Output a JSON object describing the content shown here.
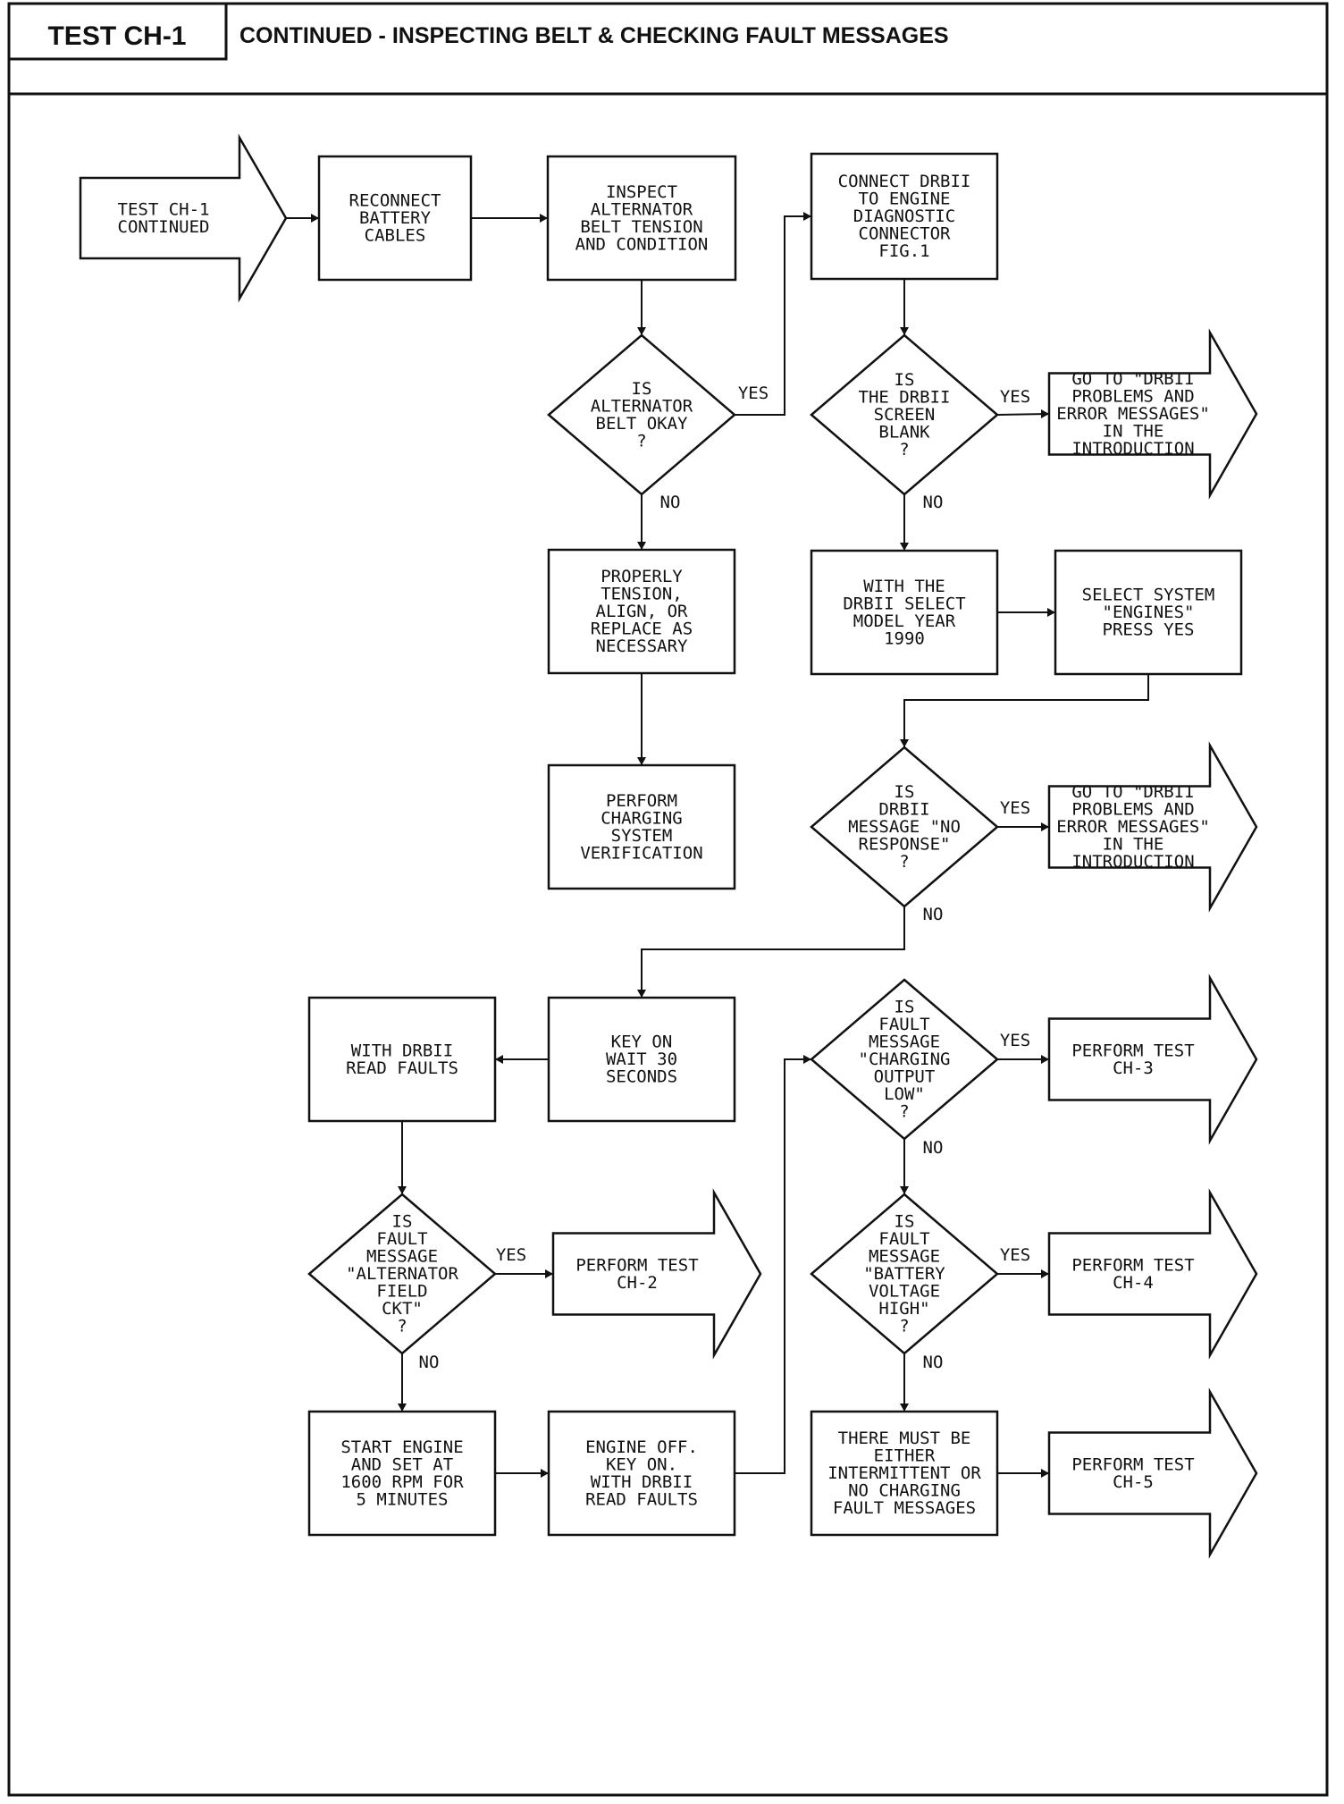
{
  "header": {
    "test_id": "TEST CH-1",
    "title": "CONTINUED - INSPECTING BELT & CHECKING FAULT MESSAGES"
  },
  "flowchart": {
    "nodes": [
      {
        "id": "n_start",
        "shape": "arrow",
        "lines": [
          "TEST CH-1",
          "CONTINUED"
        ]
      },
      {
        "id": "n_reconnect",
        "shape": "box",
        "lines": [
          "RECONNECT",
          "BATTERY",
          "CABLES"
        ]
      },
      {
        "id": "n_inspect",
        "shape": "box",
        "lines": [
          "INSPECT",
          "ALTERNATOR",
          "BELT TENSION",
          "AND CONDITION"
        ]
      },
      {
        "id": "n_belt_ok",
        "shape": "diamond",
        "lines": [
          "IS",
          "ALTERNATOR",
          "BELT OKAY",
          "?"
        ]
      },
      {
        "id": "n_tension",
        "shape": "box",
        "lines": [
          "PROPERLY",
          "TENSION,",
          "ALIGN, OR",
          "REPLACE AS",
          "NECESSARY"
        ]
      },
      {
        "id": "n_verify",
        "shape": "box",
        "lines": [
          "PERFORM",
          "CHARGING",
          "SYSTEM",
          "VERIFICATION"
        ]
      },
      {
        "id": "n_connect",
        "shape": "box",
        "lines": [
          "CONNECT DRBII",
          "TO ENGINE",
          "DIAGNOSTIC",
          "CONNECTOR",
          "FIG.1"
        ]
      },
      {
        "id": "n_blank",
        "shape": "diamond",
        "lines": [
          "IS",
          "THE DRBII",
          "SCREEN",
          "BLANK",
          "?"
        ]
      },
      {
        "id": "n_goto1",
        "shape": "arrow",
        "lines": [
          "GO TO \"DRBII",
          "PROBLEMS AND",
          "ERROR MESSAGES\"",
          "IN THE",
          "INTRODUCTION"
        ]
      },
      {
        "id": "n_model",
        "shape": "box",
        "lines": [
          "WITH THE",
          "DRBII SELECT",
          "MODEL YEAR",
          "1990"
        ]
      },
      {
        "id": "n_system",
        "shape": "box",
        "lines": [
          "SELECT SYSTEM",
          "\"ENGINES\"",
          "PRESS YES"
        ]
      },
      {
        "id": "n_noresp",
        "shape": "diamond",
        "lines": [
          "IS",
          "DRBII",
          "MESSAGE \"NO",
          "RESPONSE\"",
          "?"
        ]
      },
      {
        "id": "n_goto2",
        "shape": "arrow",
        "lines": [
          "GO TO \"DRBII",
          "PROBLEMS AND",
          "ERROR MESSAGES\"",
          "IN THE",
          "INTRODUCTION"
        ]
      },
      {
        "id": "n_keyon",
        "shape": "box",
        "lines": [
          "KEY ON",
          "WAIT 30",
          "SECONDS"
        ]
      },
      {
        "id": "n_read1",
        "shape": "box",
        "lines": [
          "WITH DRBII",
          "READ FAULTS"
        ]
      },
      {
        "id": "n_field",
        "shape": "diamond",
        "lines": [
          "IS",
          "FAULT",
          "MESSAGE",
          "\"ALTERNATOR",
          "FIELD",
          "CKT\"",
          "?"
        ]
      },
      {
        "id": "n_ch2",
        "shape": "arrow",
        "lines": [
          "PERFORM TEST",
          "CH-2"
        ]
      },
      {
        "id": "n_startengine",
        "shape": "box",
        "lines": [
          "START ENGINE",
          "AND SET AT",
          "1600 RPM FOR",
          "5 MINUTES"
        ]
      },
      {
        "id": "n_engoff",
        "shape": "box",
        "lines": [
          "ENGINE OFF.",
          "KEY ON.",
          "WITH DRBII",
          "READ FAULTS"
        ]
      },
      {
        "id": "n_outlow",
        "shape": "diamond",
        "lines": [
          "IS",
          "FAULT",
          "MESSAGE",
          "\"CHARGING",
          "OUTPUT",
          "LOW\"",
          "?"
        ]
      },
      {
        "id": "n_ch3",
        "shape": "arrow",
        "lines": [
          "PERFORM TEST",
          "CH-3"
        ]
      },
      {
        "id": "n_battvolt",
        "shape": "diamond",
        "lines": [
          "IS",
          "FAULT",
          "MESSAGE",
          "\"BATTERY",
          "VOLTAGE",
          "HIGH\"",
          "?"
        ]
      },
      {
        "id": "n_ch4",
        "shape": "arrow",
        "lines": [
          "PERFORM TEST",
          "CH-4"
        ]
      },
      {
        "id": "n_intermittent",
        "shape": "box",
        "lines": [
          "THERE MUST BE",
          "EITHER",
          "INTERMITTENT OR",
          "NO CHARGING",
          "FAULT MESSAGES"
        ]
      },
      {
        "id": "n_ch5",
        "shape": "arrow",
        "lines": [
          "PERFORM TEST",
          "CH-5"
        ]
      }
    ],
    "edges": [
      {
        "from": "n_start",
        "to": "n_reconnect"
      },
      {
        "from": "n_reconnect",
        "to": "n_inspect"
      },
      {
        "from": "n_inspect",
        "to": "n_belt_ok"
      },
      {
        "from": "n_belt_ok",
        "to": "n_connect",
        "label": "YES"
      },
      {
        "from": "n_belt_ok",
        "to": "n_tension",
        "label": "NO"
      },
      {
        "from": "n_tension",
        "to": "n_verify"
      },
      {
        "from": "n_connect",
        "to": "n_blank"
      },
      {
        "from": "n_blank",
        "to": "n_goto1",
        "label": "YES"
      },
      {
        "from": "n_blank",
        "to": "n_model",
        "label": "NO"
      },
      {
        "from": "n_model",
        "to": "n_system"
      },
      {
        "from": "n_system",
        "to": "n_noresp"
      },
      {
        "from": "n_noresp",
        "to": "n_goto2",
        "label": "YES"
      },
      {
        "from": "n_noresp",
        "to": "n_keyon",
        "label": "NO"
      },
      {
        "from": "n_keyon",
        "to": "n_read1"
      },
      {
        "from": "n_read1",
        "to": "n_field"
      },
      {
        "from": "n_field",
        "to": "n_ch2",
        "label": "YES"
      },
      {
        "from": "n_field",
        "to": "n_startengine",
        "label": "NO"
      },
      {
        "from": "n_startengine",
        "to": "n_engoff"
      },
      {
        "from": "n_engoff",
        "to": "n_outlow"
      },
      {
        "from": "n_outlow",
        "to": "n_ch3",
        "label": "YES"
      },
      {
        "from": "n_outlow",
        "to": "n_battvolt",
        "label": "NO"
      },
      {
        "from": "n_battvolt",
        "to": "n_ch4",
        "label": "YES"
      },
      {
        "from": "n_battvolt",
        "to": "n_intermittent",
        "label": "NO"
      },
      {
        "from": "n_intermittent",
        "to": "n_ch5"
      }
    ]
  }
}
